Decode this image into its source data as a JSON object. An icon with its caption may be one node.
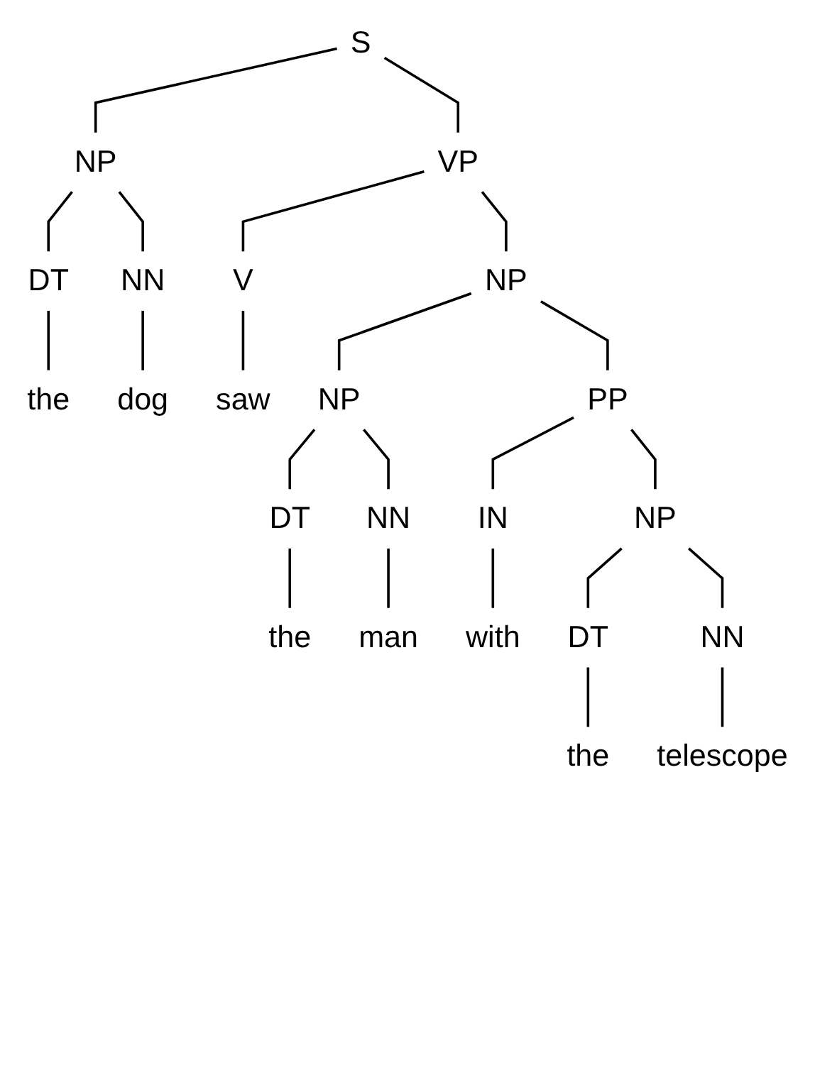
{
  "diagram": {
    "nodes": [
      {
        "text": [
          "S"
        ]
      },
      {
        "text": [
          "NP"
        ]
      },
      {
        "text": [
          "VP"
        ]
      },
      {
        "text": [
          "DT"
        ]
      },
      {
        "text": [
          "NN"
        ]
      },
      {
        "text": [
          "V"
        ]
      },
      {
        "text": [
          "the"
        ]
      },
      {
        "text": [
          "dog"
        ]
      },
      {
        "text": [
          "saw"
        ]
      },
      {
        "text": [
          "NP"
        ]
      },
      {
        "text": [
          "NP"
        ]
      },
      {
        "text": [
          "PP"
        ]
      },
      {
        "text": [
          "DT"
        ]
      },
      {
        "text": [
          "NN"
        ]
      },
      {
        "text": [
          "IN"
        ]
      },
      {
        "text": [
          "the"
        ]
      },
      {
        "text": [
          "man"
        ]
      },
      {
        "text": [
          "with"
        ]
      },
      {
        "text": [
          "NP"
        ]
      },
      {
        "text": [
          "DT"
        ]
      },
      {
        "text": [
          "NN"
        ]
      },
      {
        "text": [
          "the"
        ]
      },
      {
        "text": [
          "telescope"
        ]
      }
    ],
    "edges": [
      {
        "from": 0,
        "to": 1,
        "arrow": "none"
      },
      {
        "from": 0,
        "to": 2,
        "arrow": "none"
      },
      {
        "from": 1,
        "to": 3,
        "arrow": "none"
      },
      {
        "from": 1,
        "to": 4,
        "arrow": "none"
      },
      {
        "from": 3,
        "to": 6,
        "arrow": "none"
      },
      {
        "from": 4,
        "to": 7,
        "arrow": "none"
      },
      {
        "from": 2,
        "to": 5,
        "arrow": "none"
      },
      {
        "from": 2,
        "to": 9,
        "arrow": "none"
      },
      {
        "from": 5,
        "to": 8,
        "arrow": "none"
      },
      {
        "from": 9,
        "to": 10,
        "arrow": "none"
      },
      {
        "from": 9,
        "to": 11,
        "arrow": "none"
      },
      {
        "from": 10,
        "to": 12,
        "arrow": "none"
      },
      {
        "from": 10,
        "to": 13,
        "arrow": "none"
      },
      {
        "from": 12,
        "to": 15,
        "arrow": "none"
      },
      {
        "from": 13,
        "to": 16,
        "arrow": "none"
      },
      {
        "from": 11,
        "to": 14,
        "arrow": "none"
      },
      {
        "from": 11,
        "to": 18,
        "arrow": "none"
      },
      {
        "from": 14,
        "to": 17,
        "arrow": "none"
      },
      {
        "from": 18,
        "to": 19,
        "arrow": "none"
      },
      {
        "from": 18,
        "to": 20,
        "arrow": "none"
      },
      {
        "from": 19,
        "to": 21,
        "arrow": "none"
      },
      {
        "from": 20,
        "to": 22,
        "arrow": "none"
      }
    ]
  }
}
